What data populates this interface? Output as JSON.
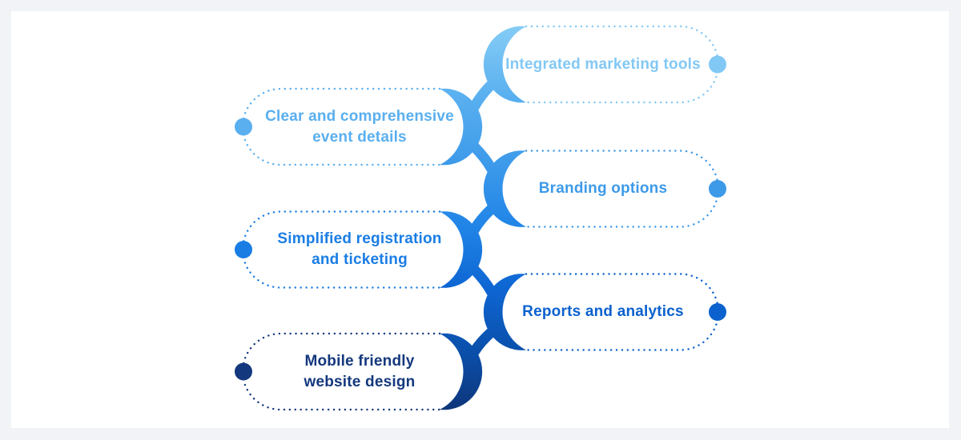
{
  "colors": {
    "background": "#F1F3F7",
    "card": "#FFFFFF",
    "spine_gradient": [
      "#86CDF6",
      "#57AEEF",
      "#3D9AEA",
      "#2185E7",
      "#0E66D3",
      "#0A50AC",
      "#0E3579"
    ]
  },
  "items": [
    {
      "label": "Integrated marketing tools",
      "side": "right",
      "color": "#82C8F4"
    },
    {
      "label": "Clear and comprehensive\nevent details",
      "side": "left",
      "color": "#5AAFEF"
    },
    {
      "label": "Branding options",
      "side": "right",
      "color": "#3D9AE9"
    },
    {
      "label": "Simplified registration\nand ticketing",
      "side": "left",
      "color": "#1A7DE4"
    },
    {
      "label": "Reports and analytics",
      "side": "right",
      "color": "#0B61CE"
    },
    {
      "label": "Mobile friendly\nwebsite design",
      "side": "left",
      "color": "#14387E"
    }
  ]
}
